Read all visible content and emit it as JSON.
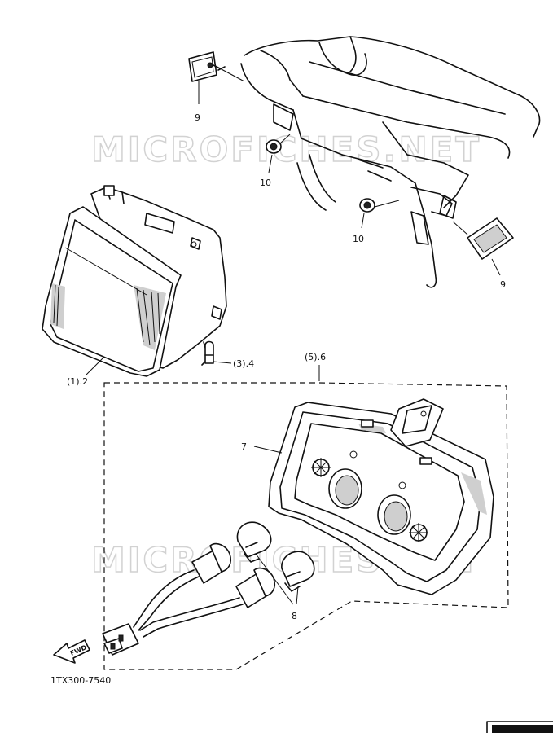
{
  "watermark": "MICROFICHES.NET",
  "drawing_code": "1TX300-7540",
  "forward_label": "FWD",
  "callouts": {
    "reflector_top": "9",
    "reflector_bottom": "9",
    "grommet_upper": "10",
    "grommet_lower": "10",
    "headlight_unit": "(1).2",
    "bulb_small": "(3).4",
    "lamp_assembly": "(5).6",
    "lens_housing": "7",
    "bulbs": "8"
  }
}
